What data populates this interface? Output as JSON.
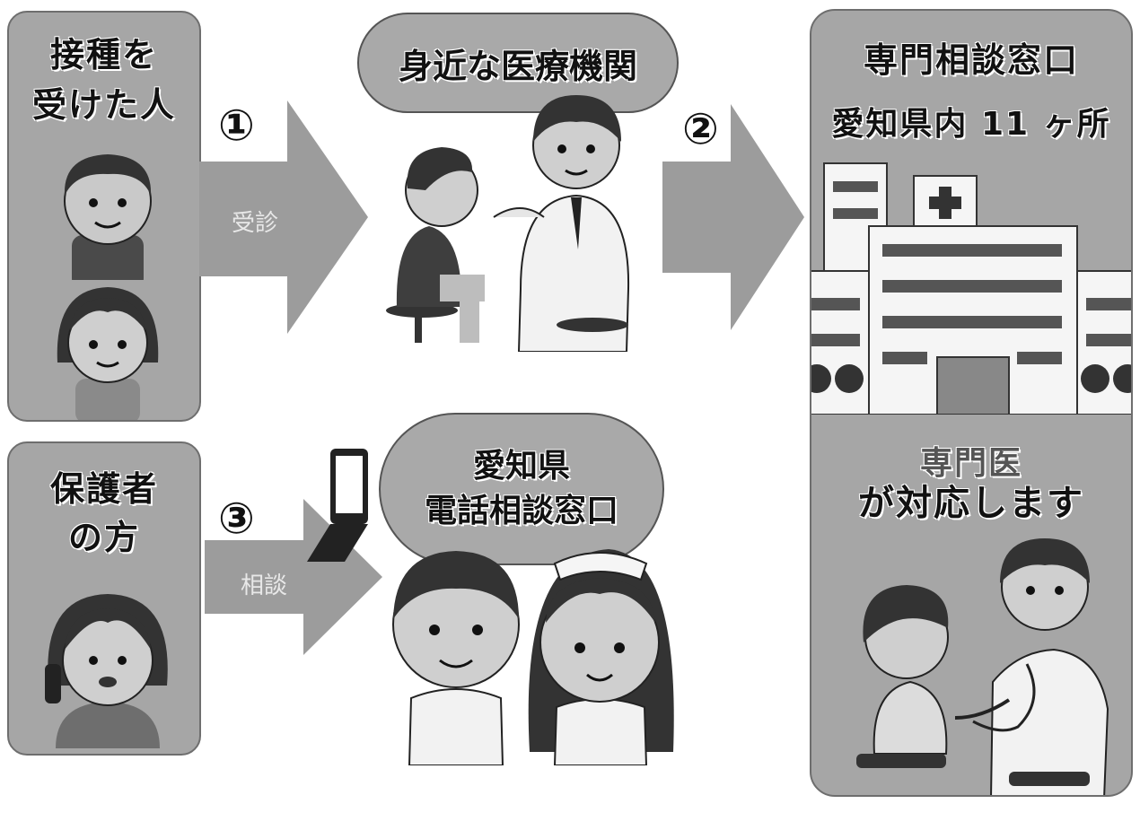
{
  "panels": {
    "vaccinated": {
      "line1": "接種を",
      "line2": "受けた人"
    },
    "guardian": {
      "line1": "保護者",
      "line2": "の方"
    },
    "specialist": {
      "line1": "専門相談窓口",
      "line2": "愛知県内 11 ヶ所",
      "line3": "専門医",
      "line4": "が対応します"
    }
  },
  "bubbles": {
    "clinic": "身近な医療機関",
    "phone_line1": "愛知県",
    "phone_line2": "電話相談窓口"
  },
  "arrows": {
    "a1": {
      "num": "①",
      "label": "受診"
    },
    "a2": {
      "num": "②"
    },
    "a3": {
      "num": "③",
      "label": "相談"
    }
  },
  "colors": {
    "panel": "#a6a6a6",
    "arrow": "#9c9c9c",
    "dark": "#333333"
  }
}
